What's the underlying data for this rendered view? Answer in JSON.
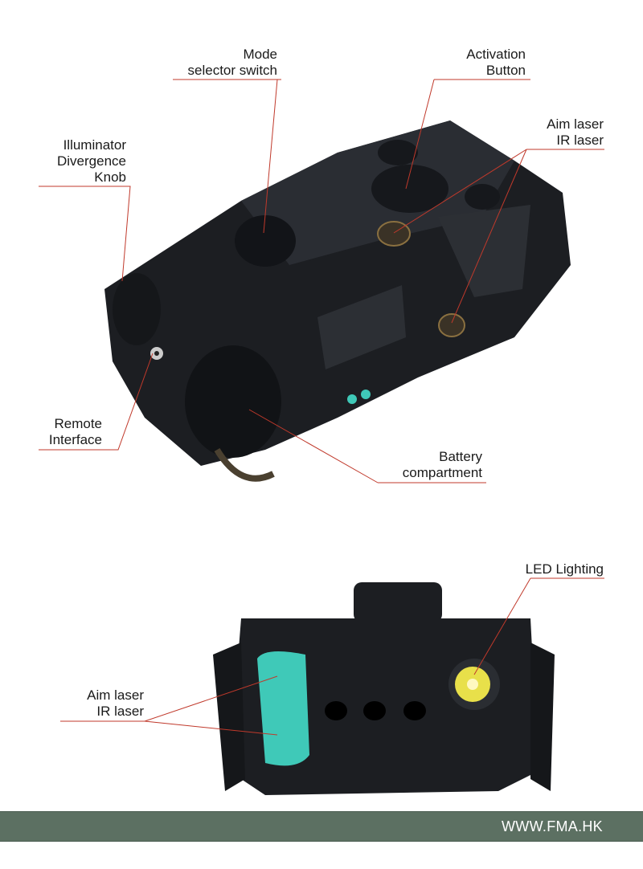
{
  "top_view_labels": {
    "mode_selector": [
      "Mode",
      "selector switch"
    ],
    "activation_button": [
      "Activation",
      "Button"
    ],
    "aim_ir_laser": [
      "Aim laser",
      "IR laser"
    ],
    "illuminator_knob": [
      "Illuminator",
      "Divergence",
      "Knob"
    ],
    "remote_interface": [
      "Remote",
      "Interface"
    ],
    "battery_compartment": [
      "Battery",
      "compartment"
    ]
  },
  "front_view_labels": {
    "led_lighting": [
      "LED Lighting"
    ],
    "aim_ir_laser": [
      "Aim laser",
      "IR laser"
    ]
  },
  "footer": {
    "website": "WWW.FMA.HK"
  },
  "colors": {
    "leader_line": "#c0392b",
    "footer_band": "#5c7062",
    "device_body": "#1c1e22",
    "laser_window": "#3fc9b8",
    "led_lens": "#e8e04a"
  }
}
